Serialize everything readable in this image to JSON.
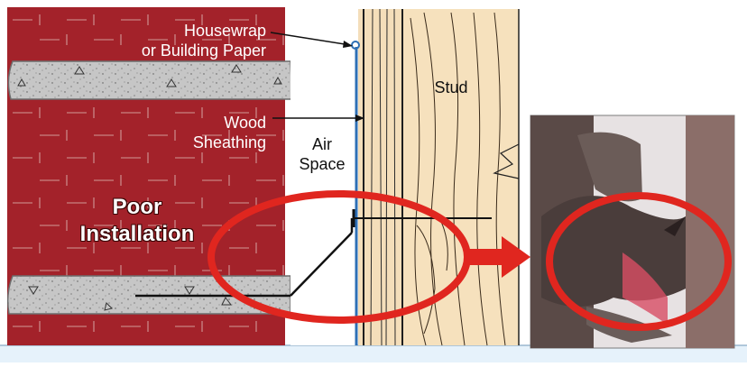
{
  "labels": {
    "housewrap_line1": "Housewrap",
    "housewrap_line2": "or Building Paper",
    "sheathing_line1": "Wood",
    "sheathing_line2": "Sheathing",
    "air_line1": "Air",
    "air_line2": "Space",
    "stud": "Stud",
    "poor_line1": "Poor",
    "poor_line2": "Installation"
  },
  "colors": {
    "brick": "#a3222a",
    "mortar": "#c6c6c6",
    "wood": "#f3dcb4",
    "highlight": "#e0261f",
    "footer": "#e6f2fb",
    "housewrap": "#2e6fb4"
  }
}
